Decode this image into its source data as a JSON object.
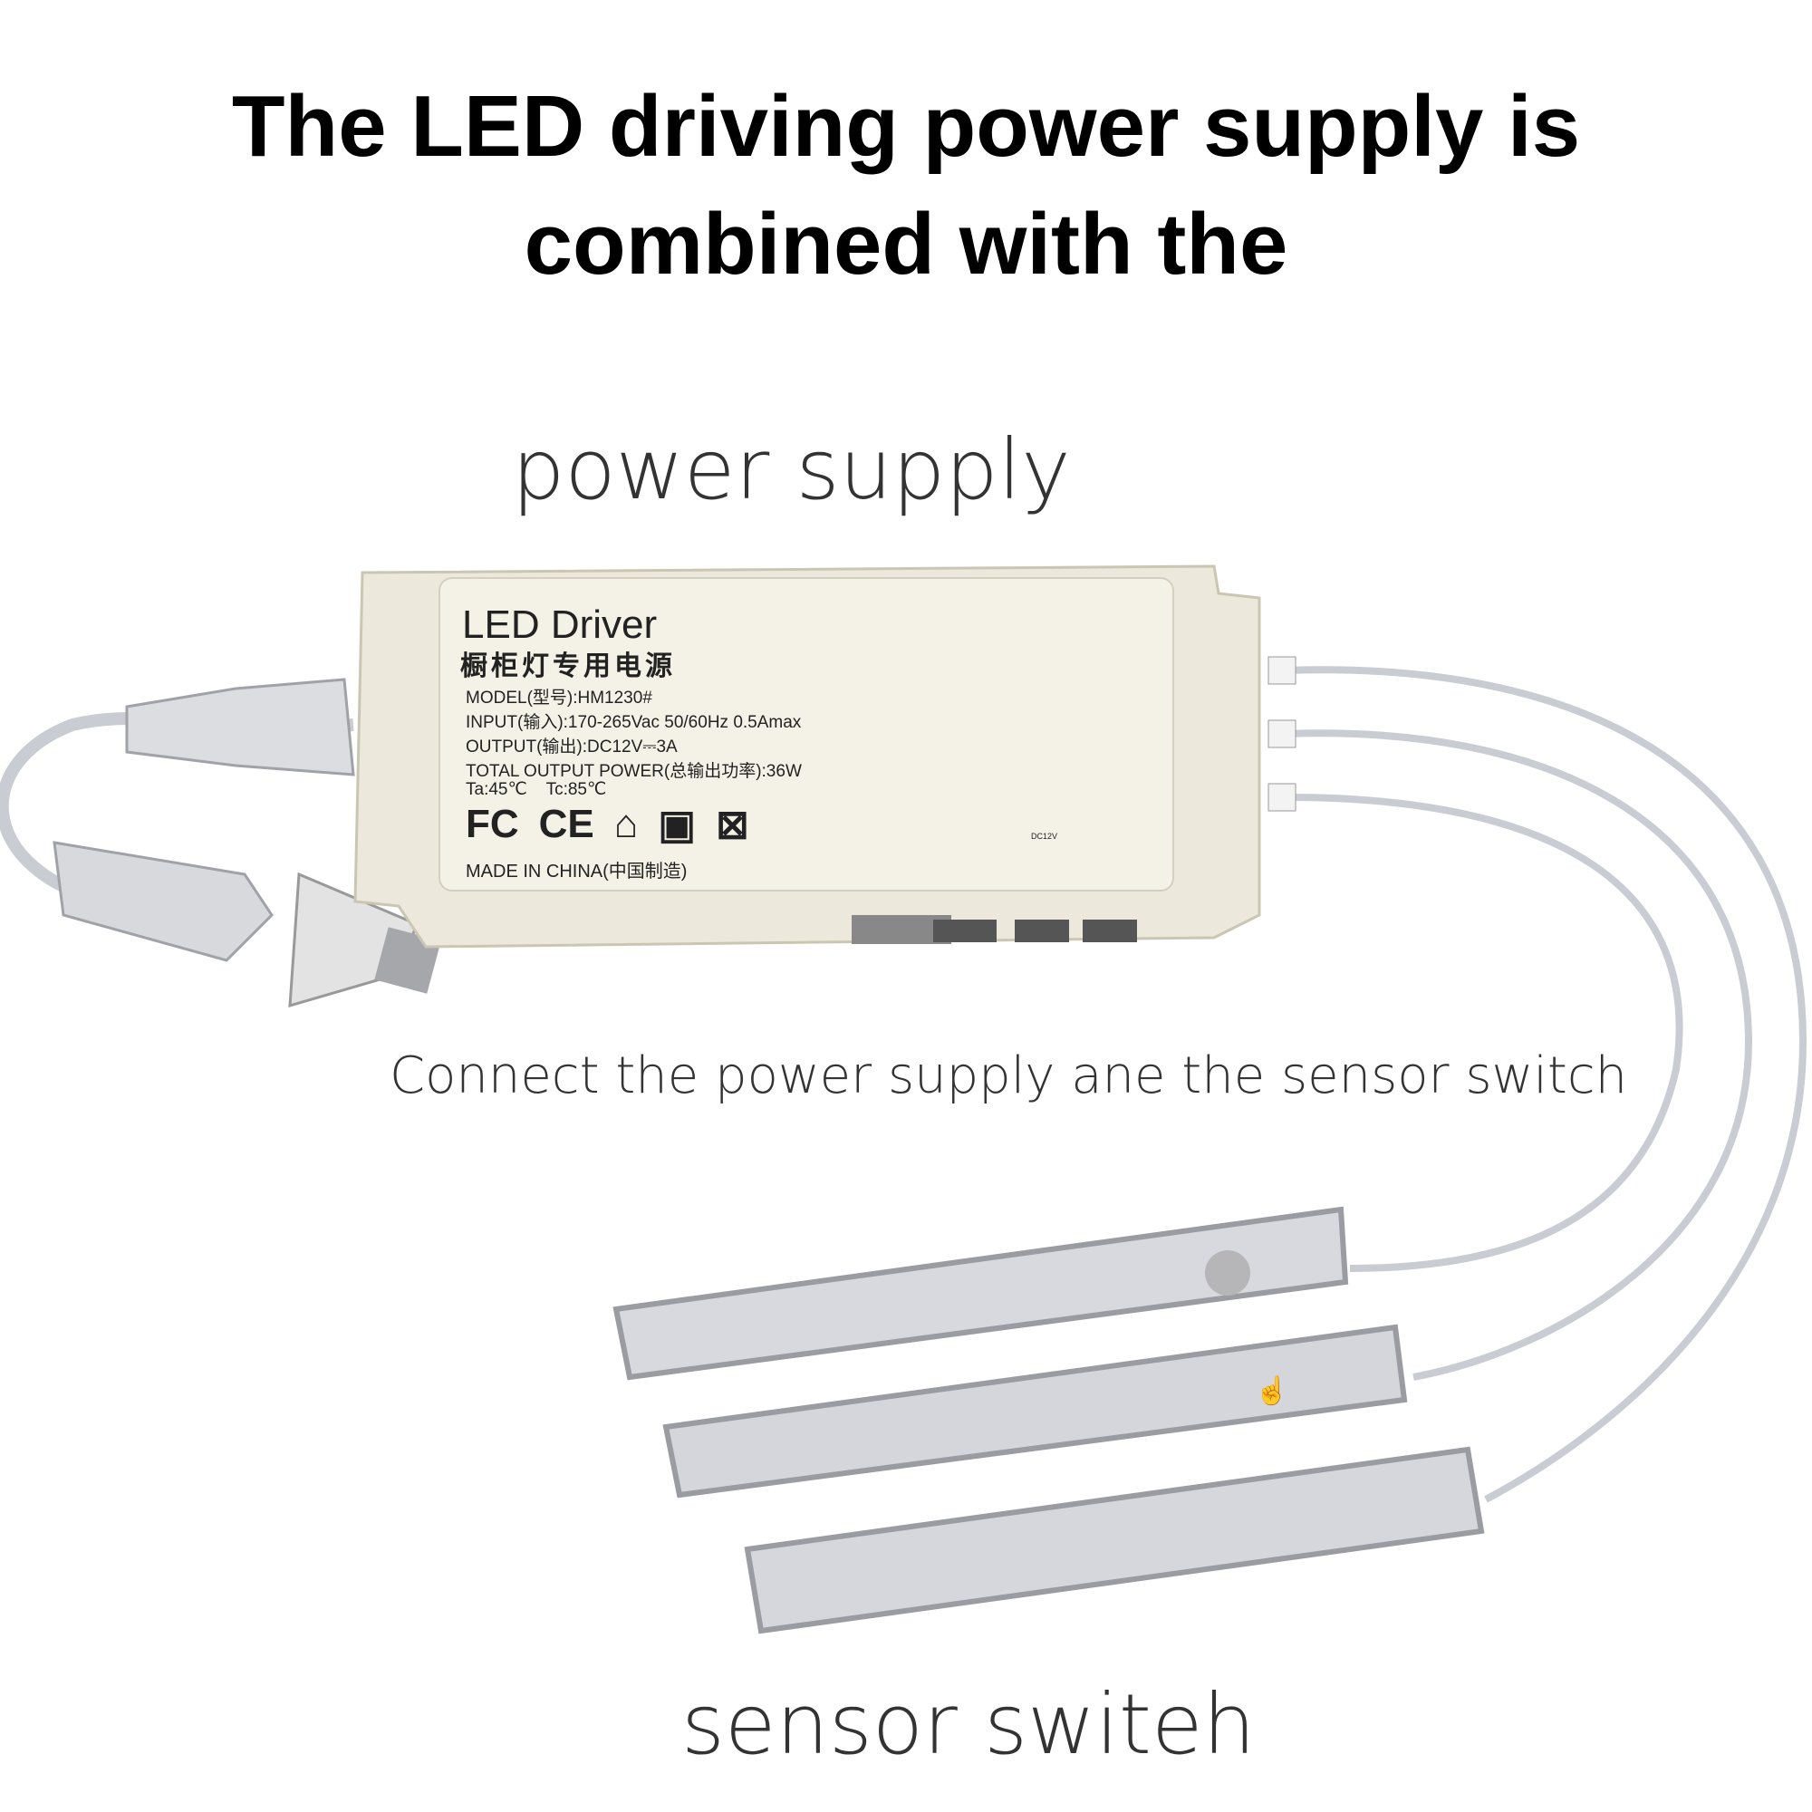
{
  "headline": {
    "line1": "The LED driving power supply is",
    "line2": "combined with the"
  },
  "captions": {
    "power_supply": "power supply",
    "connect": "Connect the power supply ane the sensor switch",
    "sensor_switch": "sensor switeh"
  },
  "device_label": {
    "title": "LED Driver",
    "subtitle_cn": "橱柜灯专用电源",
    "model": "MODEL(型号):HM1230#",
    "input": "INPUT(输入):170-265Vac 50/60Hz 0.5Amax",
    "output": "OUTPUT(输出):DC12V⎓3A",
    "total_power": "TOTAL OUTPUT POWER(总输出功率):36W",
    "temps": "Ta:45℃    Tc:85℃",
    "certifications": [
      "FC",
      "CE"
    ],
    "origin": "MADE IN CHINA(中国制造)",
    "port_label": "DC12V"
  }
}
